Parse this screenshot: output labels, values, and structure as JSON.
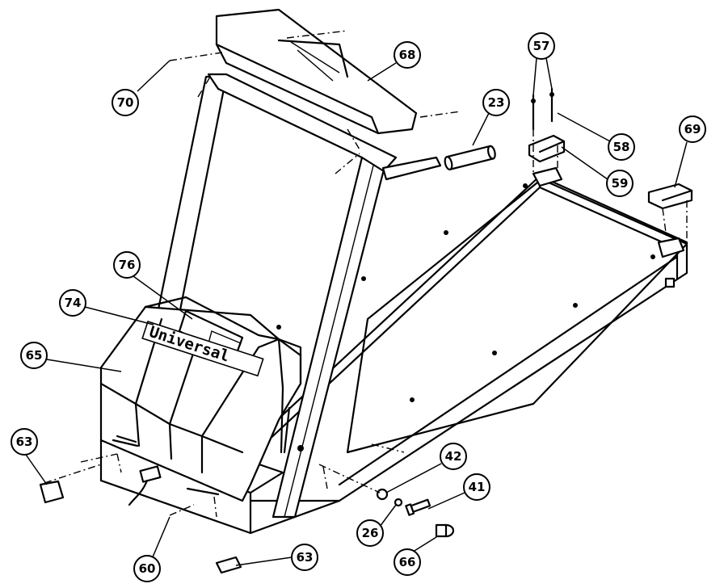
{
  "brand": {
    "logo_text": "Universal"
  },
  "callouts": [
    {
      "id": "c70",
      "label": "70"
    },
    {
      "id": "c68",
      "label": "68"
    },
    {
      "id": "c23",
      "label": "23"
    },
    {
      "id": "c57",
      "label": "57"
    },
    {
      "id": "c58",
      "label": "58"
    },
    {
      "id": "c59",
      "label": "59"
    },
    {
      "id": "c69",
      "label": "69"
    },
    {
      "id": "c76",
      "label": "76"
    },
    {
      "id": "c74",
      "label": "74"
    },
    {
      "id": "c65",
      "label": "65"
    },
    {
      "id": "c63a",
      "label": "63"
    },
    {
      "id": "c42",
      "label": "42"
    },
    {
      "id": "c41",
      "label": "41"
    },
    {
      "id": "c26",
      "label": "26"
    },
    {
      "id": "c66",
      "label": "66"
    },
    {
      "id": "c60",
      "label": "60"
    },
    {
      "id": "c63b",
      "label": "63"
    }
  ]
}
